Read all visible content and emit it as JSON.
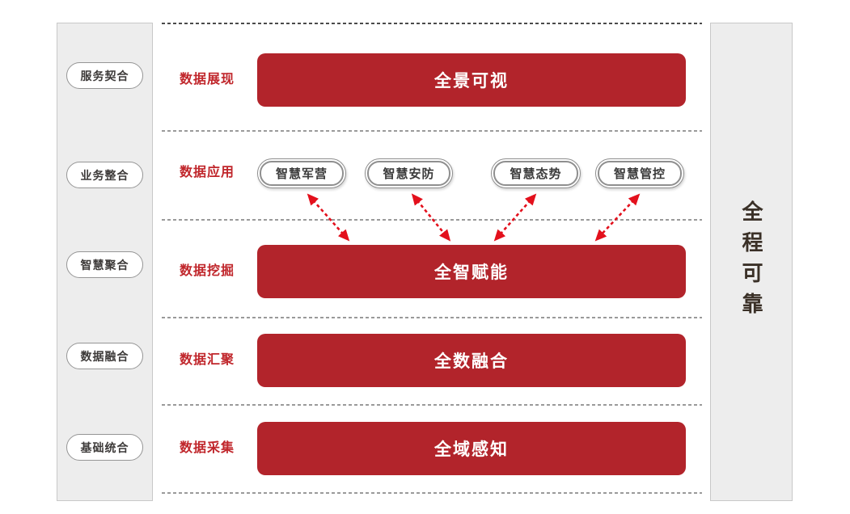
{
  "palette": {
    "bar_red": "#B2242B",
    "label_red": "#C0262B",
    "arrow_red": "#E3101C",
    "sidebar_bg": "#EDEDED",
    "sidebar_border": "#C8C8C8",
    "pill_border": "#8F8F8F",
    "pill_text": "#3B3B3B",
    "vertical_text_color": "#3A3027",
    "divider_dark": "#4A4A4A",
    "divider_gray": "#9A9A9A"
  },
  "left_column": {
    "items": [
      "服务契合",
      "业务整合",
      "智慧聚合",
      "数据融合",
      "基础统合"
    ]
  },
  "right_column": {
    "label": "全程可靠"
  },
  "layers": [
    {
      "label": "数据展现",
      "bar": "全景可视"
    },
    {
      "label": "数据应用",
      "apps": [
        "智慧军营",
        "智慧安防",
        "智慧态势",
        "智慧管控"
      ]
    },
    {
      "label": "数据挖掘",
      "bar": "全智赋能"
    },
    {
      "label": "数据汇聚",
      "bar": "全数融合"
    },
    {
      "label": "数据采集",
      "bar": "全域感知"
    }
  ]
}
